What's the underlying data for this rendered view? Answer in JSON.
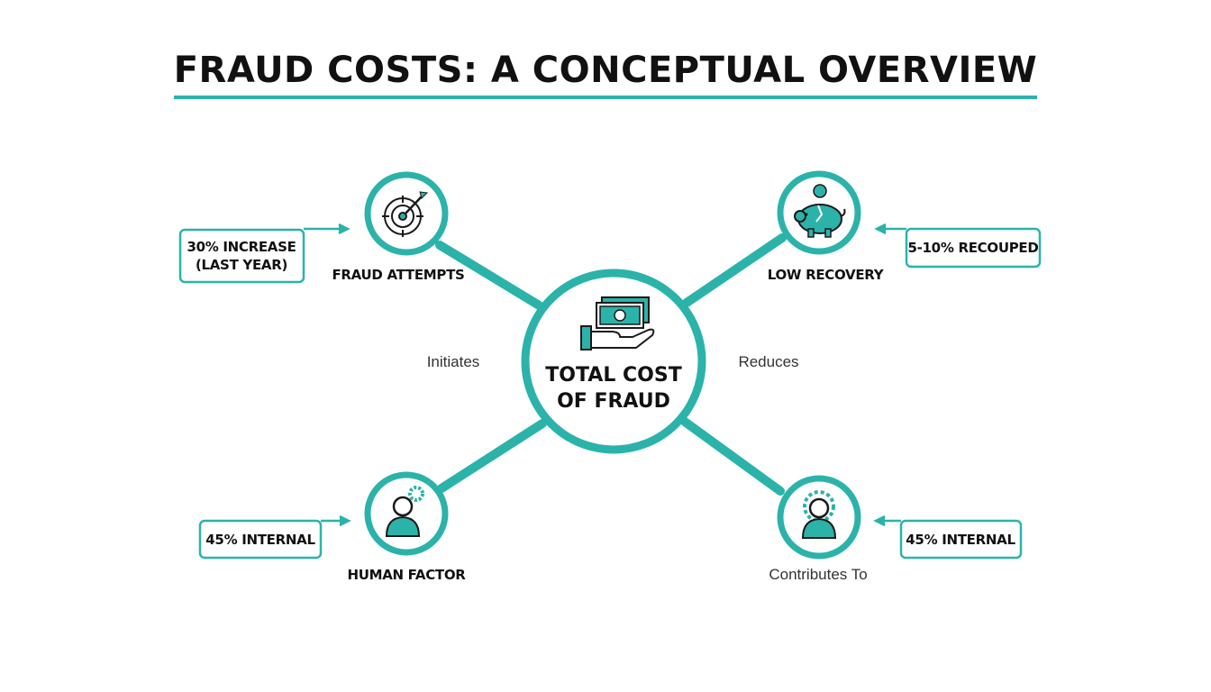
{
  "title": "FRAUD COSTS: A CONCEPTUAL OVERVIEW",
  "colors": {
    "accent": "#2bb3aa",
    "dark": "#1a1a1a",
    "background": "#ffffff"
  },
  "center": {
    "line1": "TOTAL COST",
    "line2": "OF FRAUD",
    "icon": "money-hand-icon"
  },
  "nodes": {
    "fraud_attempts": {
      "label": "FRAUD ATTEMPTS",
      "icon": "target-arrow-icon"
    },
    "low_recovery": {
      "label": "LOW RECOVERY",
      "icon": "piggy-bank-icon"
    },
    "human_factor": {
      "label": "HUMAN FACTOR",
      "icon": "person-gear-icon"
    },
    "contributes_to": {
      "label": "Contributes To",
      "icon": "person-gear-icon"
    }
  },
  "edge_labels": {
    "left": "Initiates",
    "right": "Reduces"
  },
  "stats": {
    "top_left": {
      "line1": "30% INCREASE",
      "line2": "(LAST YEAR)"
    },
    "top_right": {
      "line1": "5-10% RECOUPED"
    },
    "bottom_left": {
      "line1": "45% INTERNAL"
    },
    "bottom_right": {
      "line1": "45% INTERNAL"
    }
  }
}
